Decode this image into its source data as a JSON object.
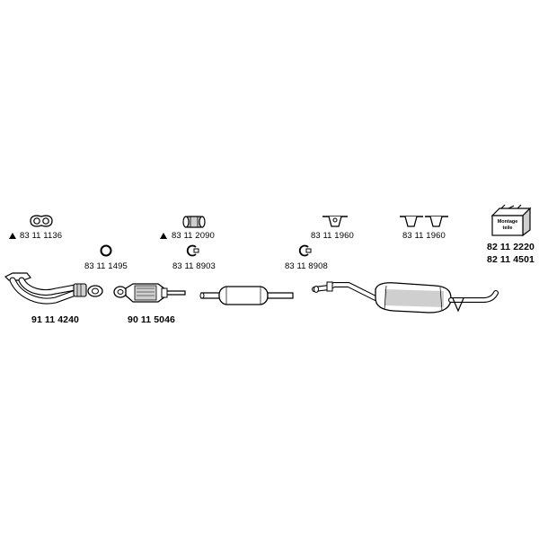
{
  "parts": {
    "gasket_flange": "83 11 1136",
    "clamp_top": "83 11 2090",
    "hanger_left": "83 11 1960",
    "hanger_right": "83 11 1960",
    "kit_1": "82 11 2220",
    "kit_2": "82 11 4501",
    "ring_small": "83 11 1495",
    "clamp_mid": "83 11 8903",
    "clamp_right": "83 11 8908",
    "front_pipe": "91 11 4240",
    "catalyst": "90 11 5046"
  },
  "kit_box_label": [
    "Montage",
    "teile"
  ],
  "colors": {
    "line": "#000000",
    "fill": "#ffffff",
    "shade": "#cfcfcf"
  }
}
